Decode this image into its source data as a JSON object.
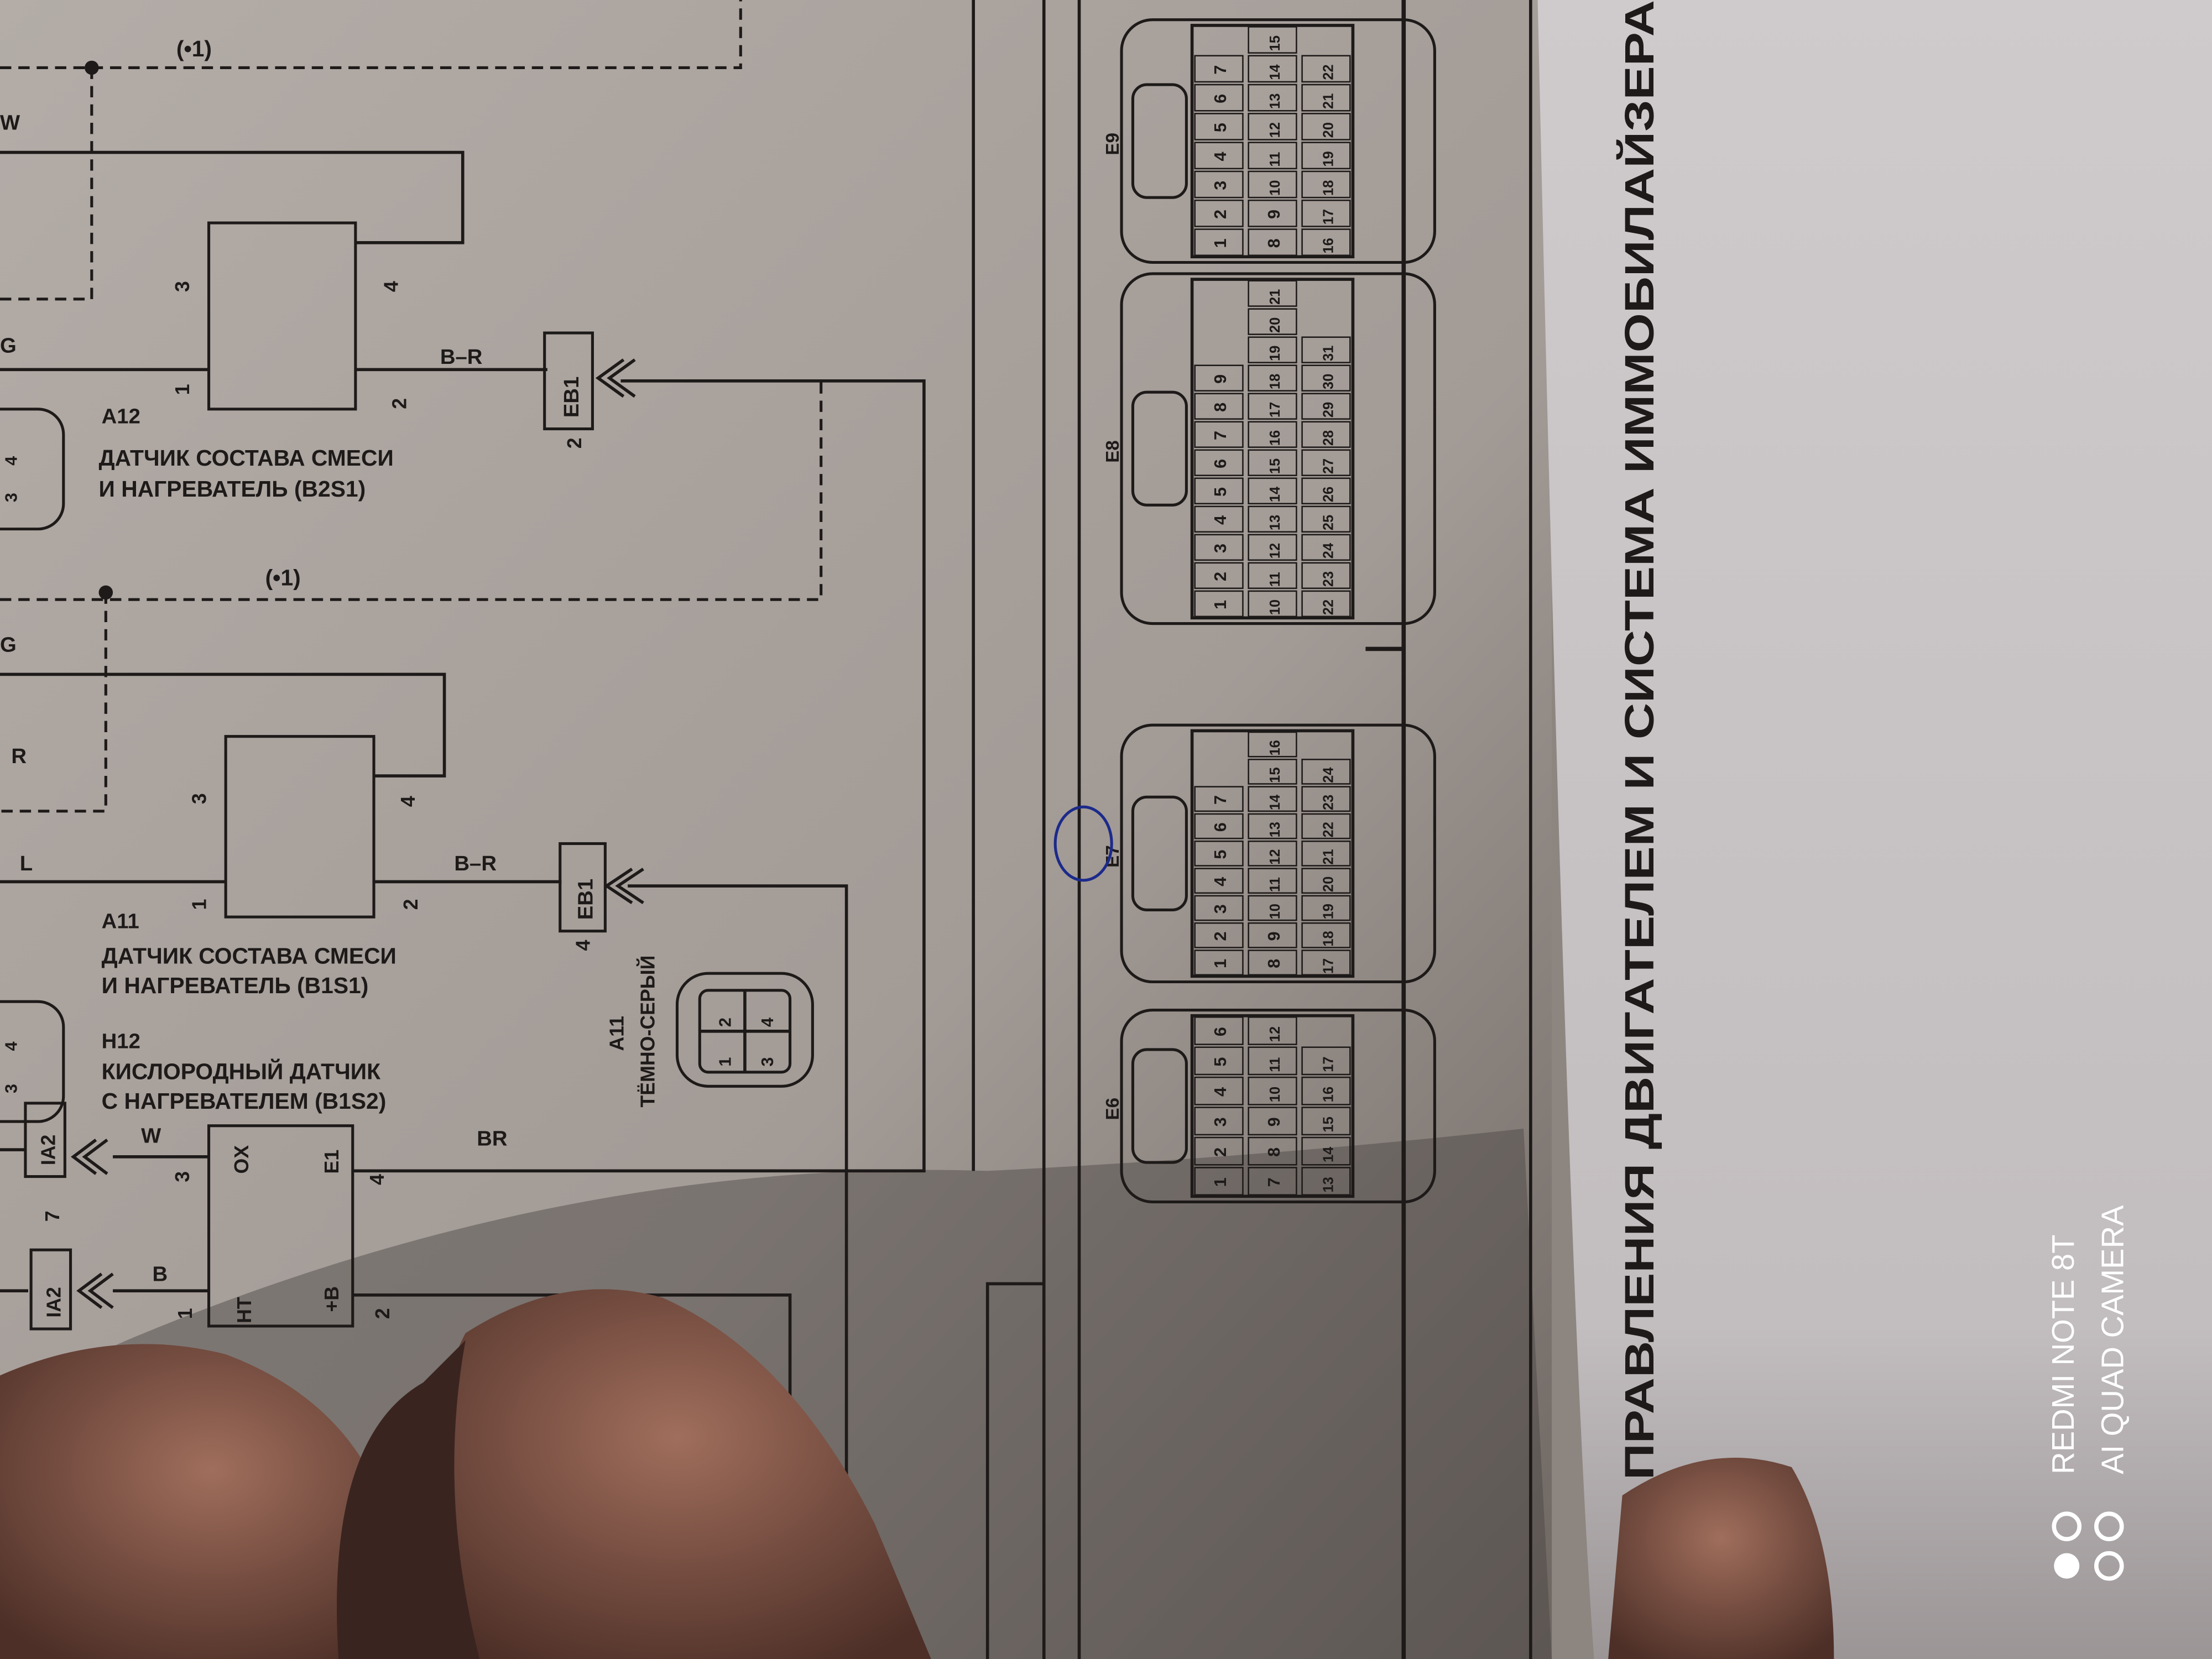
{
  "diagram": {
    "page_title": "…ПРАВЛЕНИЯ ДВИГАТЕЛЕМ И СИСТЕМА ИММОБИЛАЙЗЕРА",
    "shielded_note": "(•1)",
    "wires": {
      "w": "W",
      "g": "G",
      "r": "R",
      "l": "L",
      "b_r": "B–R",
      "br": "BR",
      "b": "B"
    },
    "junction_eb1": "EB1",
    "junction_ia2": "IA2",
    "a12": {
      "code": "A12",
      "line1": "ДАТЧИК СОСТАВА СМЕСИ",
      "line2": "И НАГРЕВАТЕЛЬ (B2S1)",
      "pins": [
        "1",
        "2",
        "3",
        "4"
      ],
      "eb1_pin": "2"
    },
    "a11": {
      "code": "A11",
      "line1": "ДАТЧИК СОСТАВА СМЕСИ",
      "line2": "И НАГРЕВАТЕЛЬ (B1S1)",
      "pins": [
        "1",
        "2",
        "3",
        "4"
      ],
      "eb1_pin": "4",
      "connector_color": "ТЁМНО-СЕРЫЙ"
    },
    "h12": {
      "code": "H12",
      "line1": "КИСЛОРОДНЫЙ ДАТЧИК",
      "line2": "С НАГРЕВАТЕЛЕМ (B1S2)",
      "terminals": [
        "OX",
        "E1",
        "HT",
        "+B"
      ],
      "pins": [
        "3",
        "4",
        "1",
        "2"
      ],
      "ia2_pin": "7"
    },
    "small_connector_pins": [
      "1",
      "2",
      "3",
      "4"
    ],
    "ecu_connectors": [
      {
        "name": "E9",
        "rows": [
          [
            "1",
            "2",
            "3",
            "4",
            "5",
            "6",
            "7"
          ],
          [
            "8",
            "9",
            "10",
            "11",
            "12",
            "13",
            "14",
            "15"
          ],
          [
            "16",
            "17",
            "18",
            "19",
            "20",
            "21",
            "22"
          ]
        ]
      },
      {
        "name": "E8",
        "rows": [
          [
            "1",
            "2",
            "3",
            "4",
            "5",
            "6",
            "7",
            "8",
            "9"
          ],
          [
            "10",
            "11",
            "12",
            "13",
            "14",
            "15",
            "16",
            "17",
            "18",
            "19",
            "20",
            "21"
          ],
          [
            "22",
            "23",
            "24",
            "25",
            "26",
            "27",
            "28",
            "29",
            "30",
            "31"
          ]
        ]
      },
      {
        "name": "E7",
        "rows": [
          [
            "1",
            "2",
            "3",
            "4",
            "5",
            "6",
            "7"
          ],
          [
            "8",
            "9",
            "10",
            "11",
            "12",
            "13",
            "14",
            "15",
            "16"
          ],
          [
            "17",
            "18",
            "19",
            "20",
            "21",
            "22",
            "23",
            "24"
          ]
        ]
      },
      {
        "name": "E6",
        "rows": [
          [
            "1",
            "2",
            "3",
            "4",
            "5",
            "6"
          ],
          [
            "7",
            "8",
            "9",
            "10",
            "11",
            "12"
          ],
          [
            "13",
            "14",
            "15",
            "16",
            "17"
          ]
        ]
      }
    ]
  },
  "watermark": {
    "line1": "REDMI NOTE 8T",
    "line2": "AI QUAD CAMERA"
  }
}
